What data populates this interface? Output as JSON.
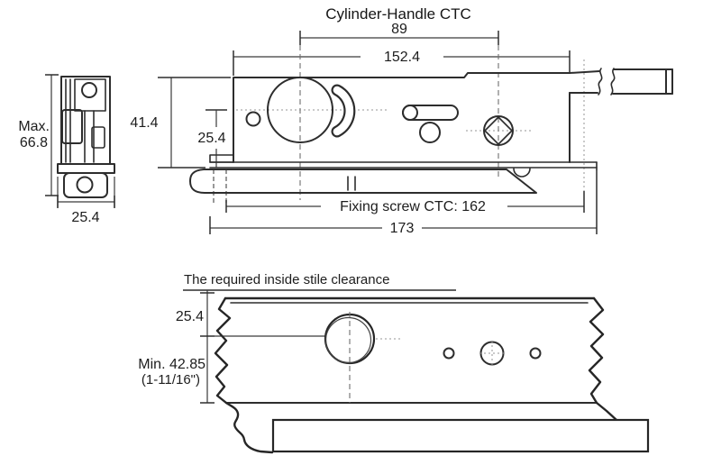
{
  "drawing": {
    "background": "#ffffff",
    "line_color": "#2d2d2d",
    "centerline_color": "#949494",
    "text_color": "#1d1d1d"
  },
  "front_view": {
    "title": "Cylinder-Handle CTC",
    "dim_cylinder_handle_ctc": "89",
    "dim_case_length": "152.4",
    "dim_case_height": "41.4",
    "dim_backset": "25.4",
    "dim_fixing_screw_ctc": "Fixing screw CTC: 162",
    "dim_overall_length": "173"
  },
  "side_view": {
    "dim_max_label": "Max.",
    "dim_max_value": "66.8",
    "dim_width": "25.4"
  },
  "clearance_view": {
    "title": "The required inside stile clearance",
    "dim_top_offset": "25.4",
    "dim_min_clearance": "Min. 42.85",
    "dim_min_clearance_inches": "(1-11/16\")"
  }
}
